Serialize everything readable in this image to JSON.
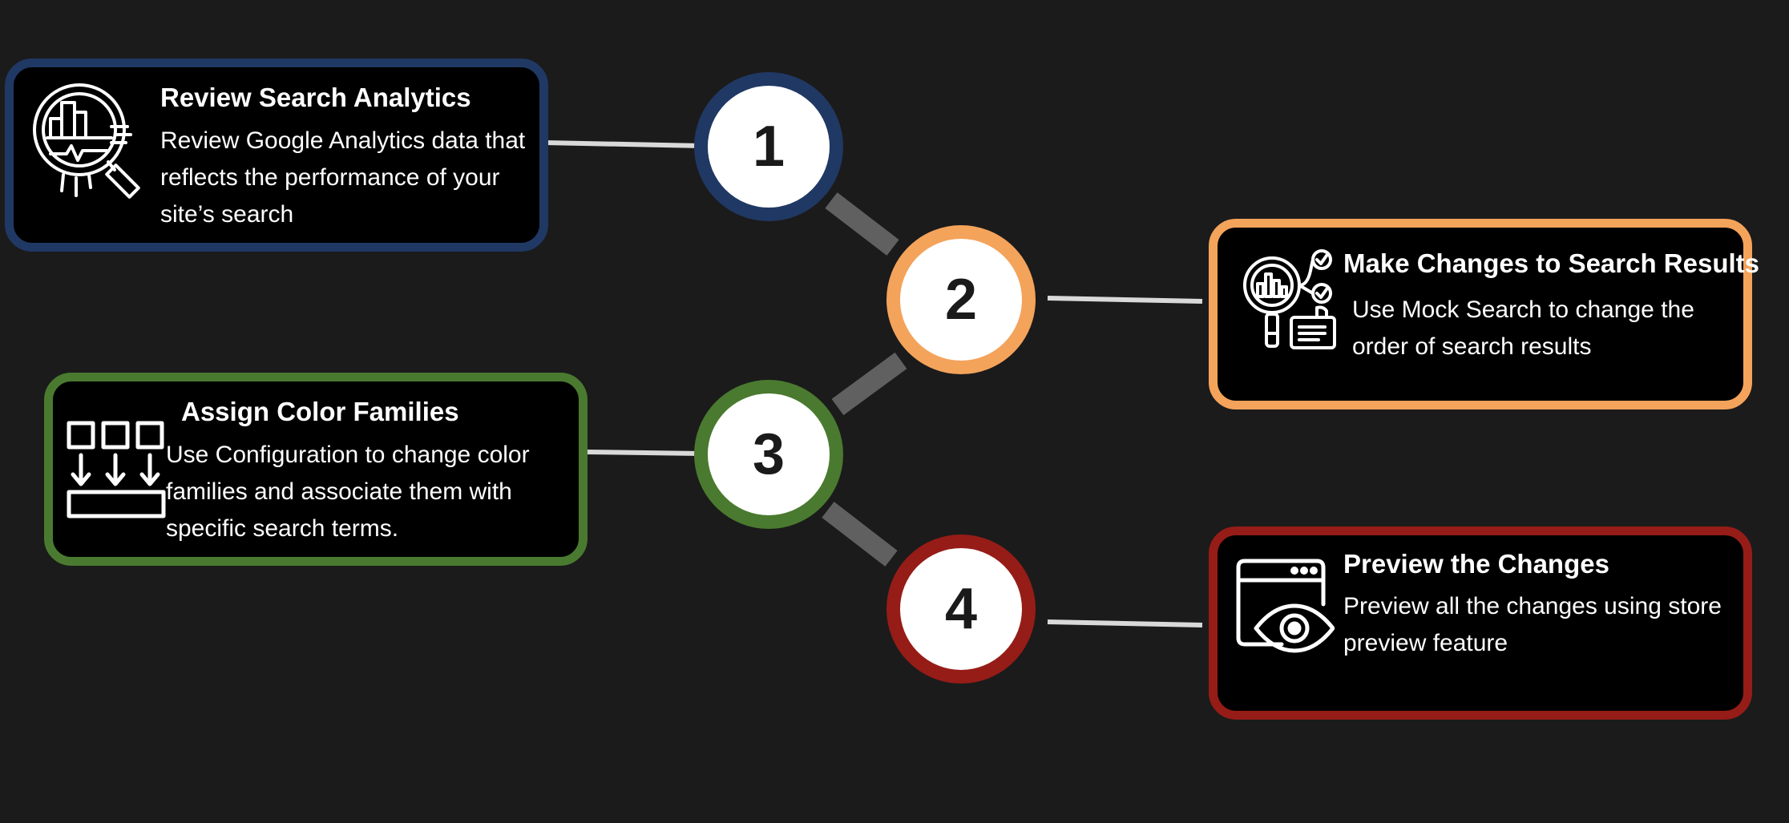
{
  "colors": {
    "background": "#1b1b1b",
    "card_fill": "#000000",
    "thin_connector": "#d9d9d9",
    "thick_connector": "#606060",
    "step1": "#203864",
    "step2": "#f4a35b",
    "step3": "#4a7a2f",
    "step4": "#961c17"
  },
  "steps": [
    {
      "number": "1",
      "title": "Review Search Analytics",
      "desc": "Review Google Analytics data that reflects the performance of your site’s search",
      "icon": "search-analytics-icon"
    },
    {
      "number": "2",
      "title": "Make Changes to Search Results",
      "desc": "Use Mock Search to change the order of search results",
      "icon": "search-results-checklist-icon"
    },
    {
      "number": "3",
      "title": "Assign Color Families",
      "desc": "Use Configuration to change color families and associate them with specific search terms.",
      "icon": "color-families-icon"
    },
    {
      "number": "4",
      "title": "Preview the Changes",
      "desc": "Preview all the changes using store preview feature",
      "icon": "browser-preview-eye-icon"
    }
  ]
}
